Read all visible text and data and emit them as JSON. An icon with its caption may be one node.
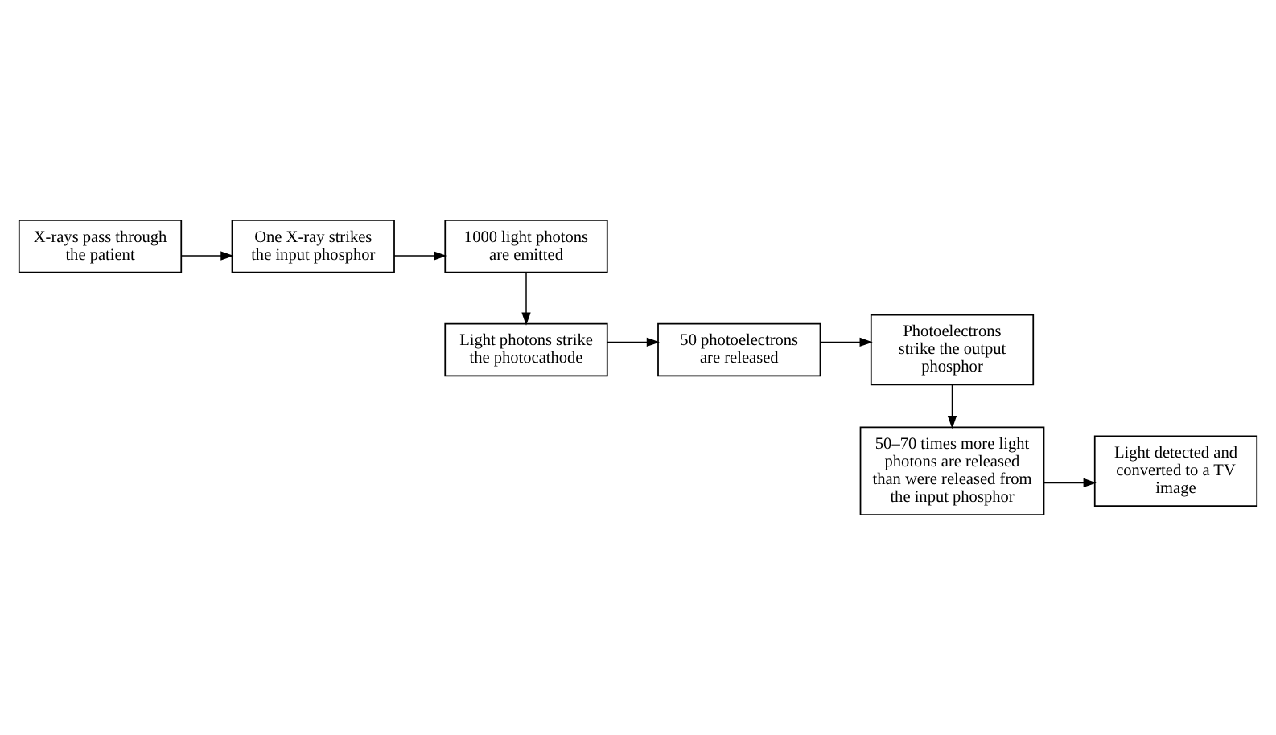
{
  "diagram": {
    "nodes": [
      {
        "text": [
          "X-rays pass through the patient"
        ]
      },
      {
        "text": [
          "One X-ray strikes the input phosphor"
        ]
      },
      {
        "text": [
          "1000 light photons are emitted"
        ]
      },
      {
        "text": [
          "Light photons strike the photocathode"
        ]
      },
      {
        "text": [
          "50 photoelectrons are released"
        ]
      },
      {
        "text": [
          "Photoelectrons strike the output phosphor"
        ]
      },
      {
        "text": [
          "50–70 times more light photons are released than were released from the input phosphor"
        ]
      },
      {
        "text": [
          "Light detected and converted to a TV image"
        ]
      }
    ],
    "edges": [
      {
        "from": 0,
        "to": 1,
        "arrow": "to"
      },
      {
        "from": 1,
        "to": 2,
        "arrow": "to"
      },
      {
        "from": 2,
        "to": 3,
        "arrow": "to"
      },
      {
        "from": 3,
        "to": 4,
        "arrow": "to"
      },
      {
        "from": 4,
        "to": 5,
        "arrow": "to"
      },
      {
        "from": 5,
        "to": 6,
        "arrow": "to"
      },
      {
        "from": 6,
        "to": 7,
        "arrow": "to"
      }
    ]
  }
}
